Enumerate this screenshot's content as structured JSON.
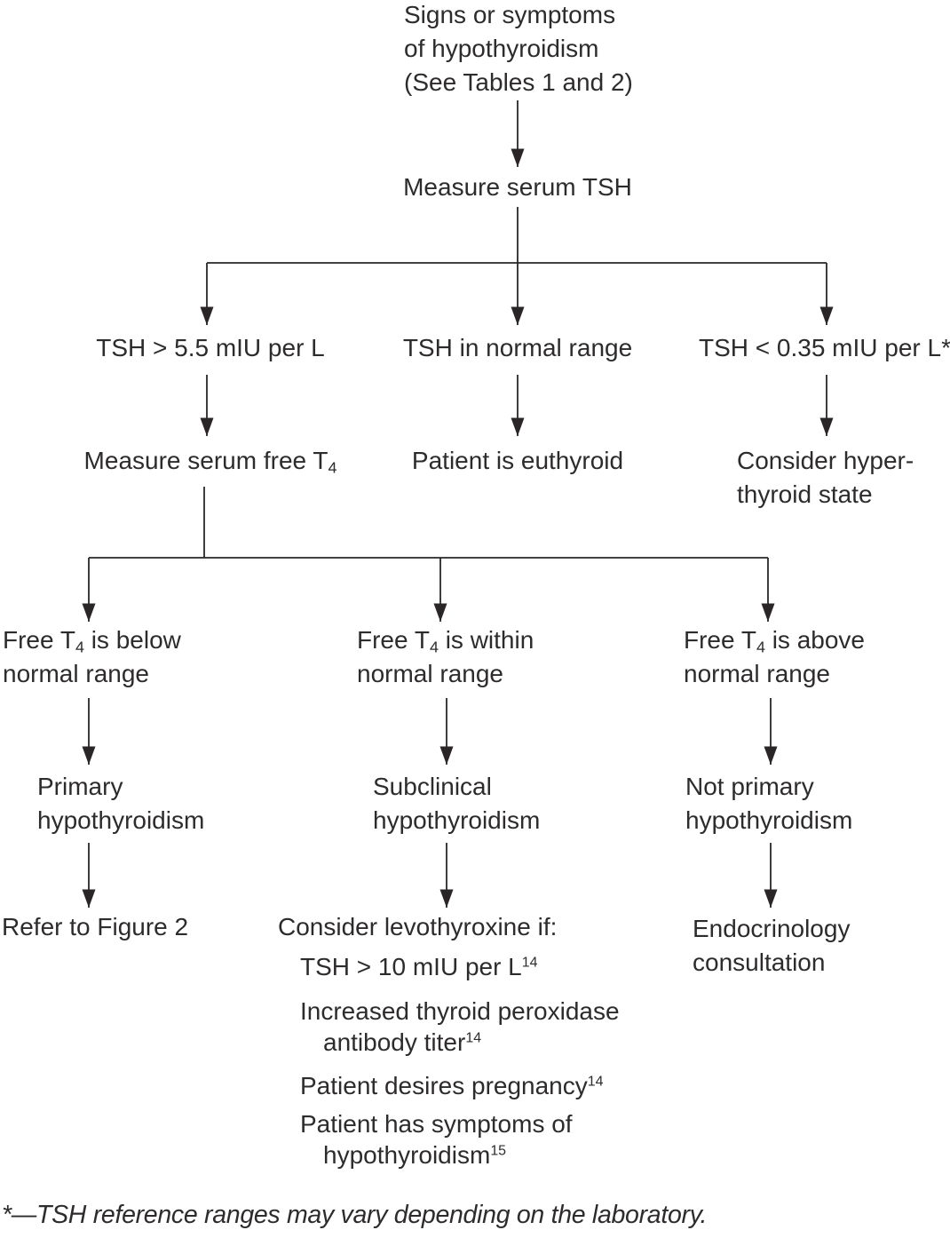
{
  "figure": {
    "text_color": "#2e2b2c",
    "line_color": "#2a2627",
    "background": "#ffffff"
  },
  "nodes": {
    "signs": {
      "line1": "Signs or symptoms",
      "line2": "of hypothyroidism",
      "line3": "(See Tables 1 and 2)"
    },
    "measure_tsh": {
      "label": "Measure serum TSH"
    },
    "tsh_high": {
      "label": "TSH > 5.5 mIU per L"
    },
    "tsh_normal": {
      "label": "TSH in normal range"
    },
    "tsh_low": {
      "label": "TSH < 0.35 mIU per L*"
    },
    "measure_t4": {
      "pre": "Measure serum free T",
      "sub": "4"
    },
    "euthyroid": {
      "label": "Patient is euthyroid"
    },
    "hyperthyroid": {
      "line1": "Consider hyper-",
      "line2": "thyroid state"
    },
    "t4_below": {
      "pre": "Free T",
      "sub": "4",
      "post": " is below",
      "line2": "normal range"
    },
    "t4_within": {
      "pre": "Free T",
      "sub": "4",
      "post": " is within",
      "line2": "normal range"
    },
    "t4_above": {
      "pre": "Free T",
      "sub": "4",
      "post": " is above",
      "line2": "normal range"
    },
    "primary": {
      "line1": "Primary",
      "line2": "hypothyroidism"
    },
    "subclinical": {
      "line1": "Subclinical",
      "line2": "hypothyroidism"
    },
    "not_primary": {
      "line1": "Not primary",
      "line2": "hypothyroidism"
    },
    "refer": {
      "label": "Refer to Figure 2"
    },
    "consider": {
      "heading": "Consider levothyroxine if:",
      "criteria": [
        {
          "lines": [
            {
              "text": "TSH > 10 mIU per L",
              "sup": "14"
            }
          ]
        },
        {
          "lines": [
            {
              "text": "Increased thyroid peroxidase",
              "sup": ""
            },
            {
              "text": "antibody titer",
              "sup": "14"
            }
          ]
        },
        {
          "lines": [
            {
              "text": "Patient desires pregnancy",
              "sup": "14"
            }
          ]
        },
        {
          "lines": [
            {
              "text": "Patient has symptoms of",
              "sup": ""
            },
            {
              "text": "hypothyroidism",
              "sup": "15"
            }
          ]
        }
      ]
    },
    "endocrinology": {
      "line1": "Endocrinology",
      "line2": "consultation"
    }
  },
  "footnote": "*—TSH reference ranges may vary depending on the laboratory."
}
